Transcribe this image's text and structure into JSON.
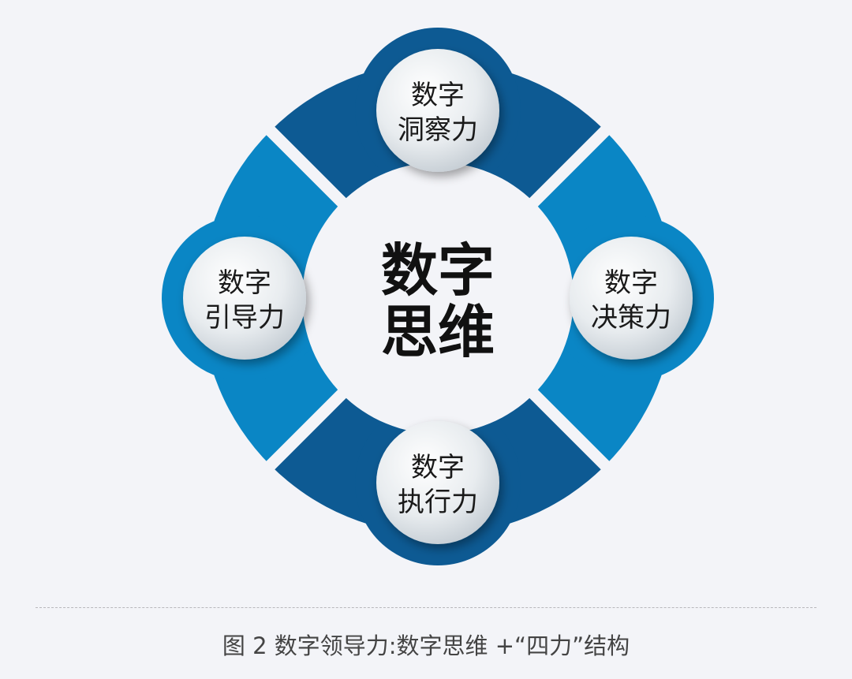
{
  "center": {
    "line1": "数字",
    "line2": "思维"
  },
  "nodes": [
    {
      "id": "top",
      "line1": "数字",
      "line2": "洞察力"
    },
    {
      "id": "right",
      "line1": "数字",
      "line2": "决策力"
    },
    {
      "id": "bottom",
      "line1": "数字",
      "line2": "执行力"
    },
    {
      "id": "left",
      "line1": "数字",
      "line2": "引导力"
    }
  ],
  "caption": "图 2  数字领导力:数字思维 +“四力”结构",
  "colors": {
    "dark": "#0d5a93",
    "light": "#0a86c5",
    "background": "#f3f4f8"
  }
}
